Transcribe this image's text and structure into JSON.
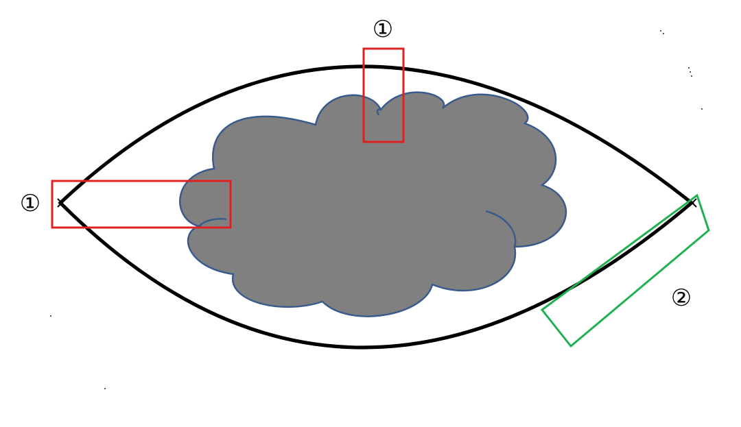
{
  "labels": {
    "top_marker": "①",
    "left_marker": "①",
    "right_marker": "②"
  },
  "colors": {
    "outline": "#000000",
    "cloud_fill": "#808080",
    "cloud_stroke": "#3a5a8c",
    "region_1": "#e02020",
    "region_2": "#20b050"
  }
}
